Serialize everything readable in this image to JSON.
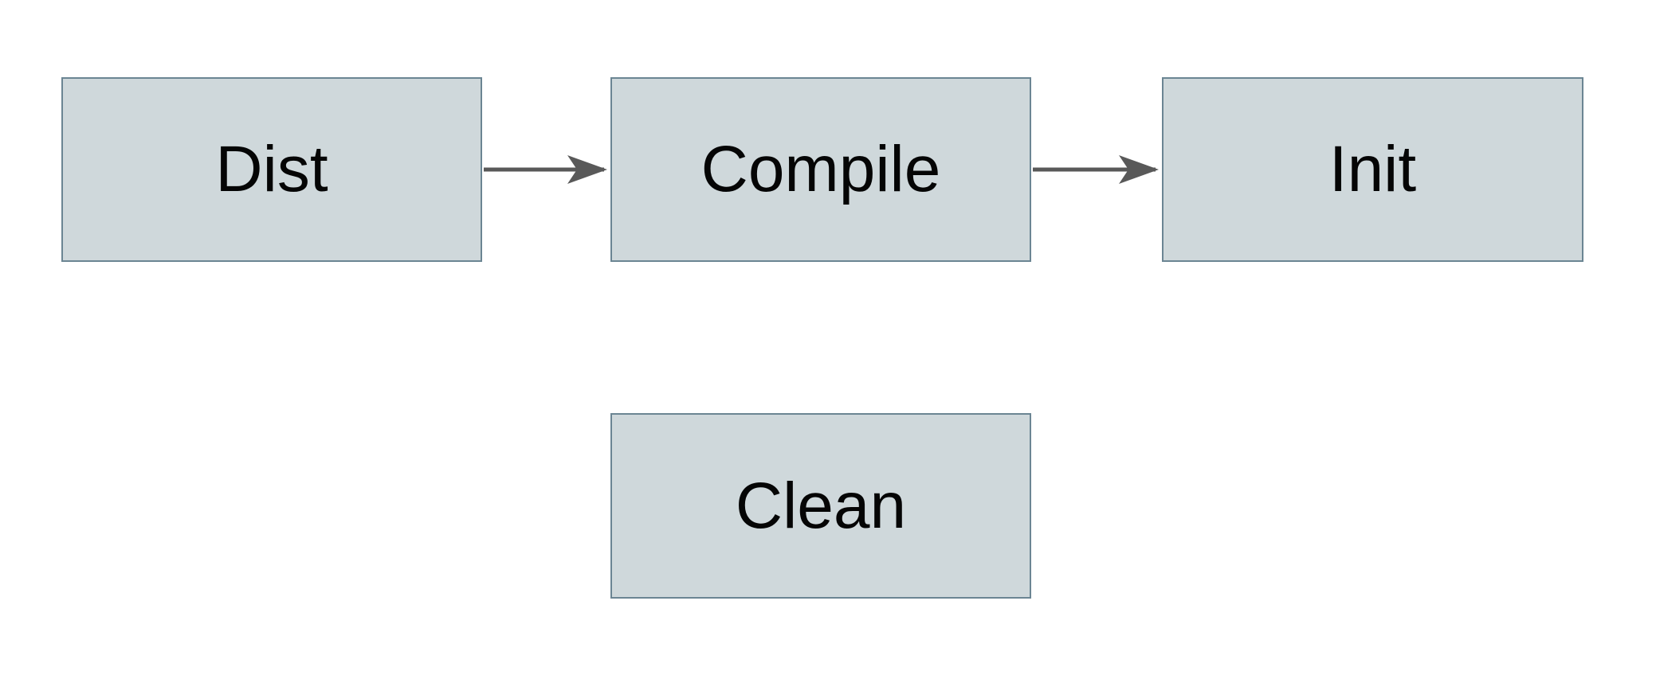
{
  "diagram": {
    "title": "build-targets-flowchart",
    "colors": {
      "background": "#ffffff",
      "node_fill": "#cfd8db",
      "node_border": "#6b8593",
      "arrow": "#595959",
      "text": "#050505"
    },
    "nodes": [
      {
        "id": "dist",
        "label": "Dist"
      },
      {
        "id": "compile",
        "label": "Compile"
      },
      {
        "id": "init",
        "label": "Init"
      },
      {
        "id": "clean",
        "label": "Clean"
      }
    ],
    "edges": [
      {
        "from": "Dist",
        "to": "Compile"
      },
      {
        "from": "Compile",
        "to": "Init"
      }
    ]
  }
}
